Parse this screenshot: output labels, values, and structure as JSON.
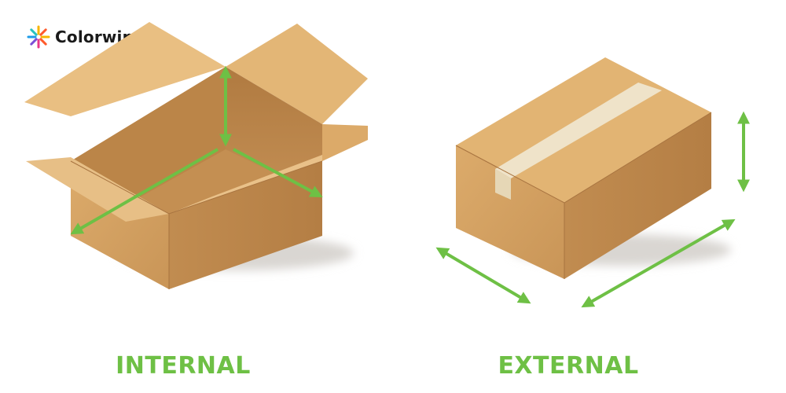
{
  "brand": {
    "name": "Colorwing",
    "logo_colors": [
      "#f7b500",
      "#ff5a2b",
      "#e8388a",
      "#7b4fd6",
      "#1e9be8",
      "#27c3c0"
    ]
  },
  "labels": {
    "internal": "INTERNAL",
    "external": "EXTERNAL"
  },
  "colors": {
    "arrow": "#6ec045",
    "label": "#6ec045",
    "cardboard_light": "#e6b979",
    "cardboard_mid": "#d4a162",
    "cardboard_dark": "#b9844a",
    "tape": "#efe3c9"
  }
}
